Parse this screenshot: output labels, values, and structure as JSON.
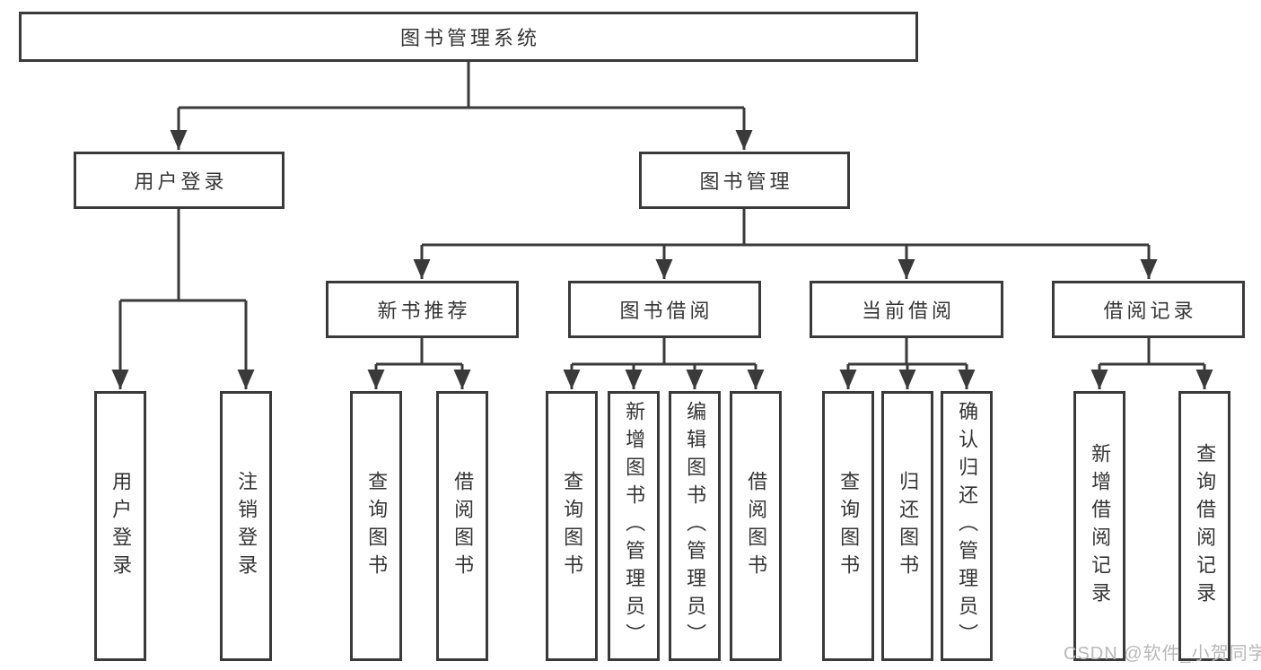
{
  "nodes": {
    "root": "图书管理系统",
    "user_login": "用户登录",
    "book_management": "图书管理",
    "new_book_recommend": "新书推荐",
    "book_borrow": "图书借阅",
    "current_borrow": "当前借阅",
    "borrow_records": "借阅记录",
    "leaf_user_login": "用户登录",
    "leaf_logout": "注销登录",
    "leaf_nb_query_book": "查询图书",
    "leaf_nb_borrow_book": "借阅图书",
    "leaf_bb_query_book": "查询图书",
    "leaf_bb_add_book_admin": "新增图书（管理员）",
    "leaf_bb_edit_book_admin": "编辑图书（管理员）",
    "leaf_bb_borrow_book": "借阅图书",
    "leaf_cb_query_book": "查询图书",
    "leaf_cb_return_book": "归还图书",
    "leaf_cb_confirm_return_admin": "确认归还（管理员）",
    "leaf_br_add_record": "新增借阅记录",
    "leaf_br_query_record": "查询借阅记录"
  },
  "watermark": "CSDN @软件_小贺同学",
  "colors": {
    "line": "#3a3a3a",
    "text": "#353535",
    "watermark": "#b8b8b8",
    "background": "#ffffff"
  }
}
